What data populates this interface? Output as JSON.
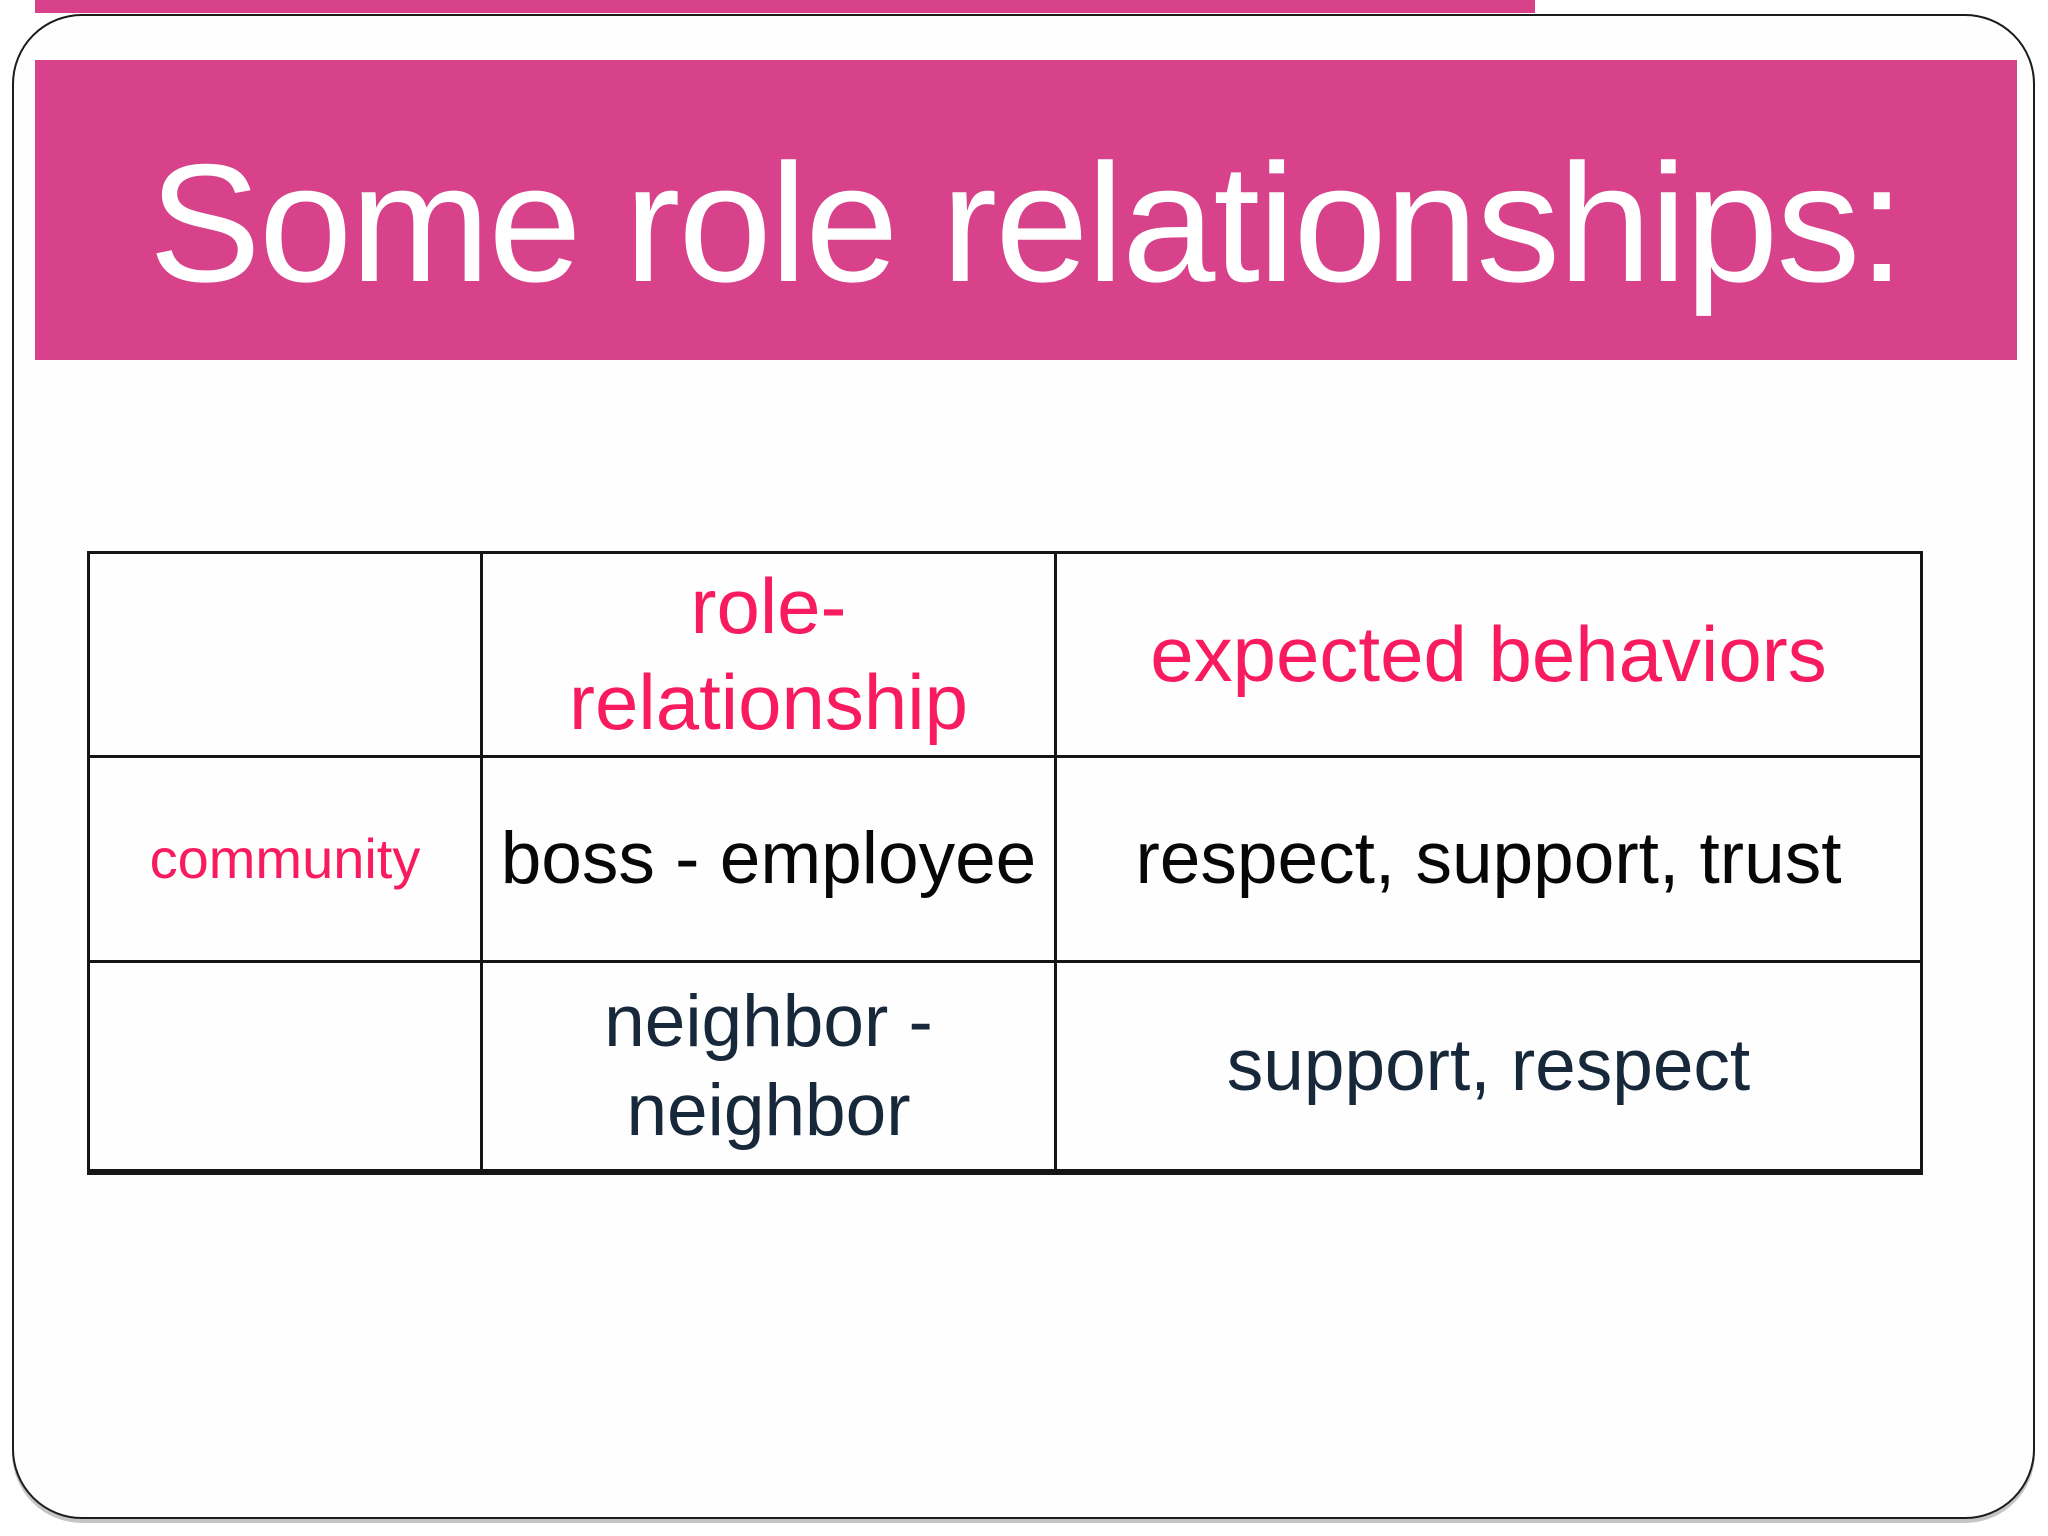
{
  "slide": {
    "title": "Some role relationships:"
  },
  "colors": {
    "title_bar": "#d7428b",
    "accent_pink": "#f81b5f",
    "dark_navy": "#17283a",
    "text_black": "#070707"
  },
  "table": {
    "columns": [
      "",
      "role-relationship",
      "expected behaviors"
    ],
    "rows": [
      [
        "community",
        "boss - employee",
        "respect, support, trust"
      ],
      [
        "",
        "neighbor - neighbor",
        "support, respect"
      ]
    ]
  }
}
